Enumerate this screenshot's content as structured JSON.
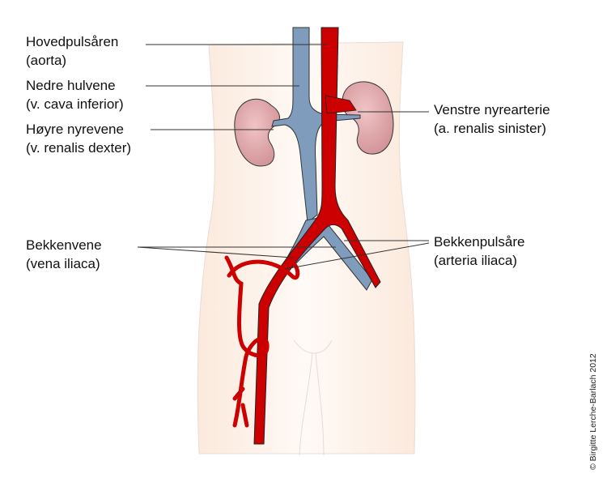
{
  "labels": {
    "aorta": {
      "name": "Hovedpulsåren",
      "latin": "(aorta)"
    },
    "vena_cava": {
      "name": "Nedre hulvene",
      "latin": "(v. cava inferior)"
    },
    "right_renal_vein": {
      "name": "Høyre nyrevene",
      "latin": "(v. renalis dexter)"
    },
    "left_renal_artery": {
      "name": "Venstre nyrearterie",
      "latin": "(a. renalis sinister)"
    },
    "iliac_vein": {
      "name": "Bekkenvene",
      "latin": "(vena iliaca)"
    },
    "iliac_artery": {
      "name": "Bekkenpulsåre",
      "latin": "(arteria iliaca)"
    }
  },
  "copyright": "© Birgitte Lerche-Barlach 2012",
  "colors": {
    "artery": "#cc0000",
    "vein": "#7f9cbc",
    "kidney": "#d9a0a3",
    "skin": "#fdf0e6"
  }
}
